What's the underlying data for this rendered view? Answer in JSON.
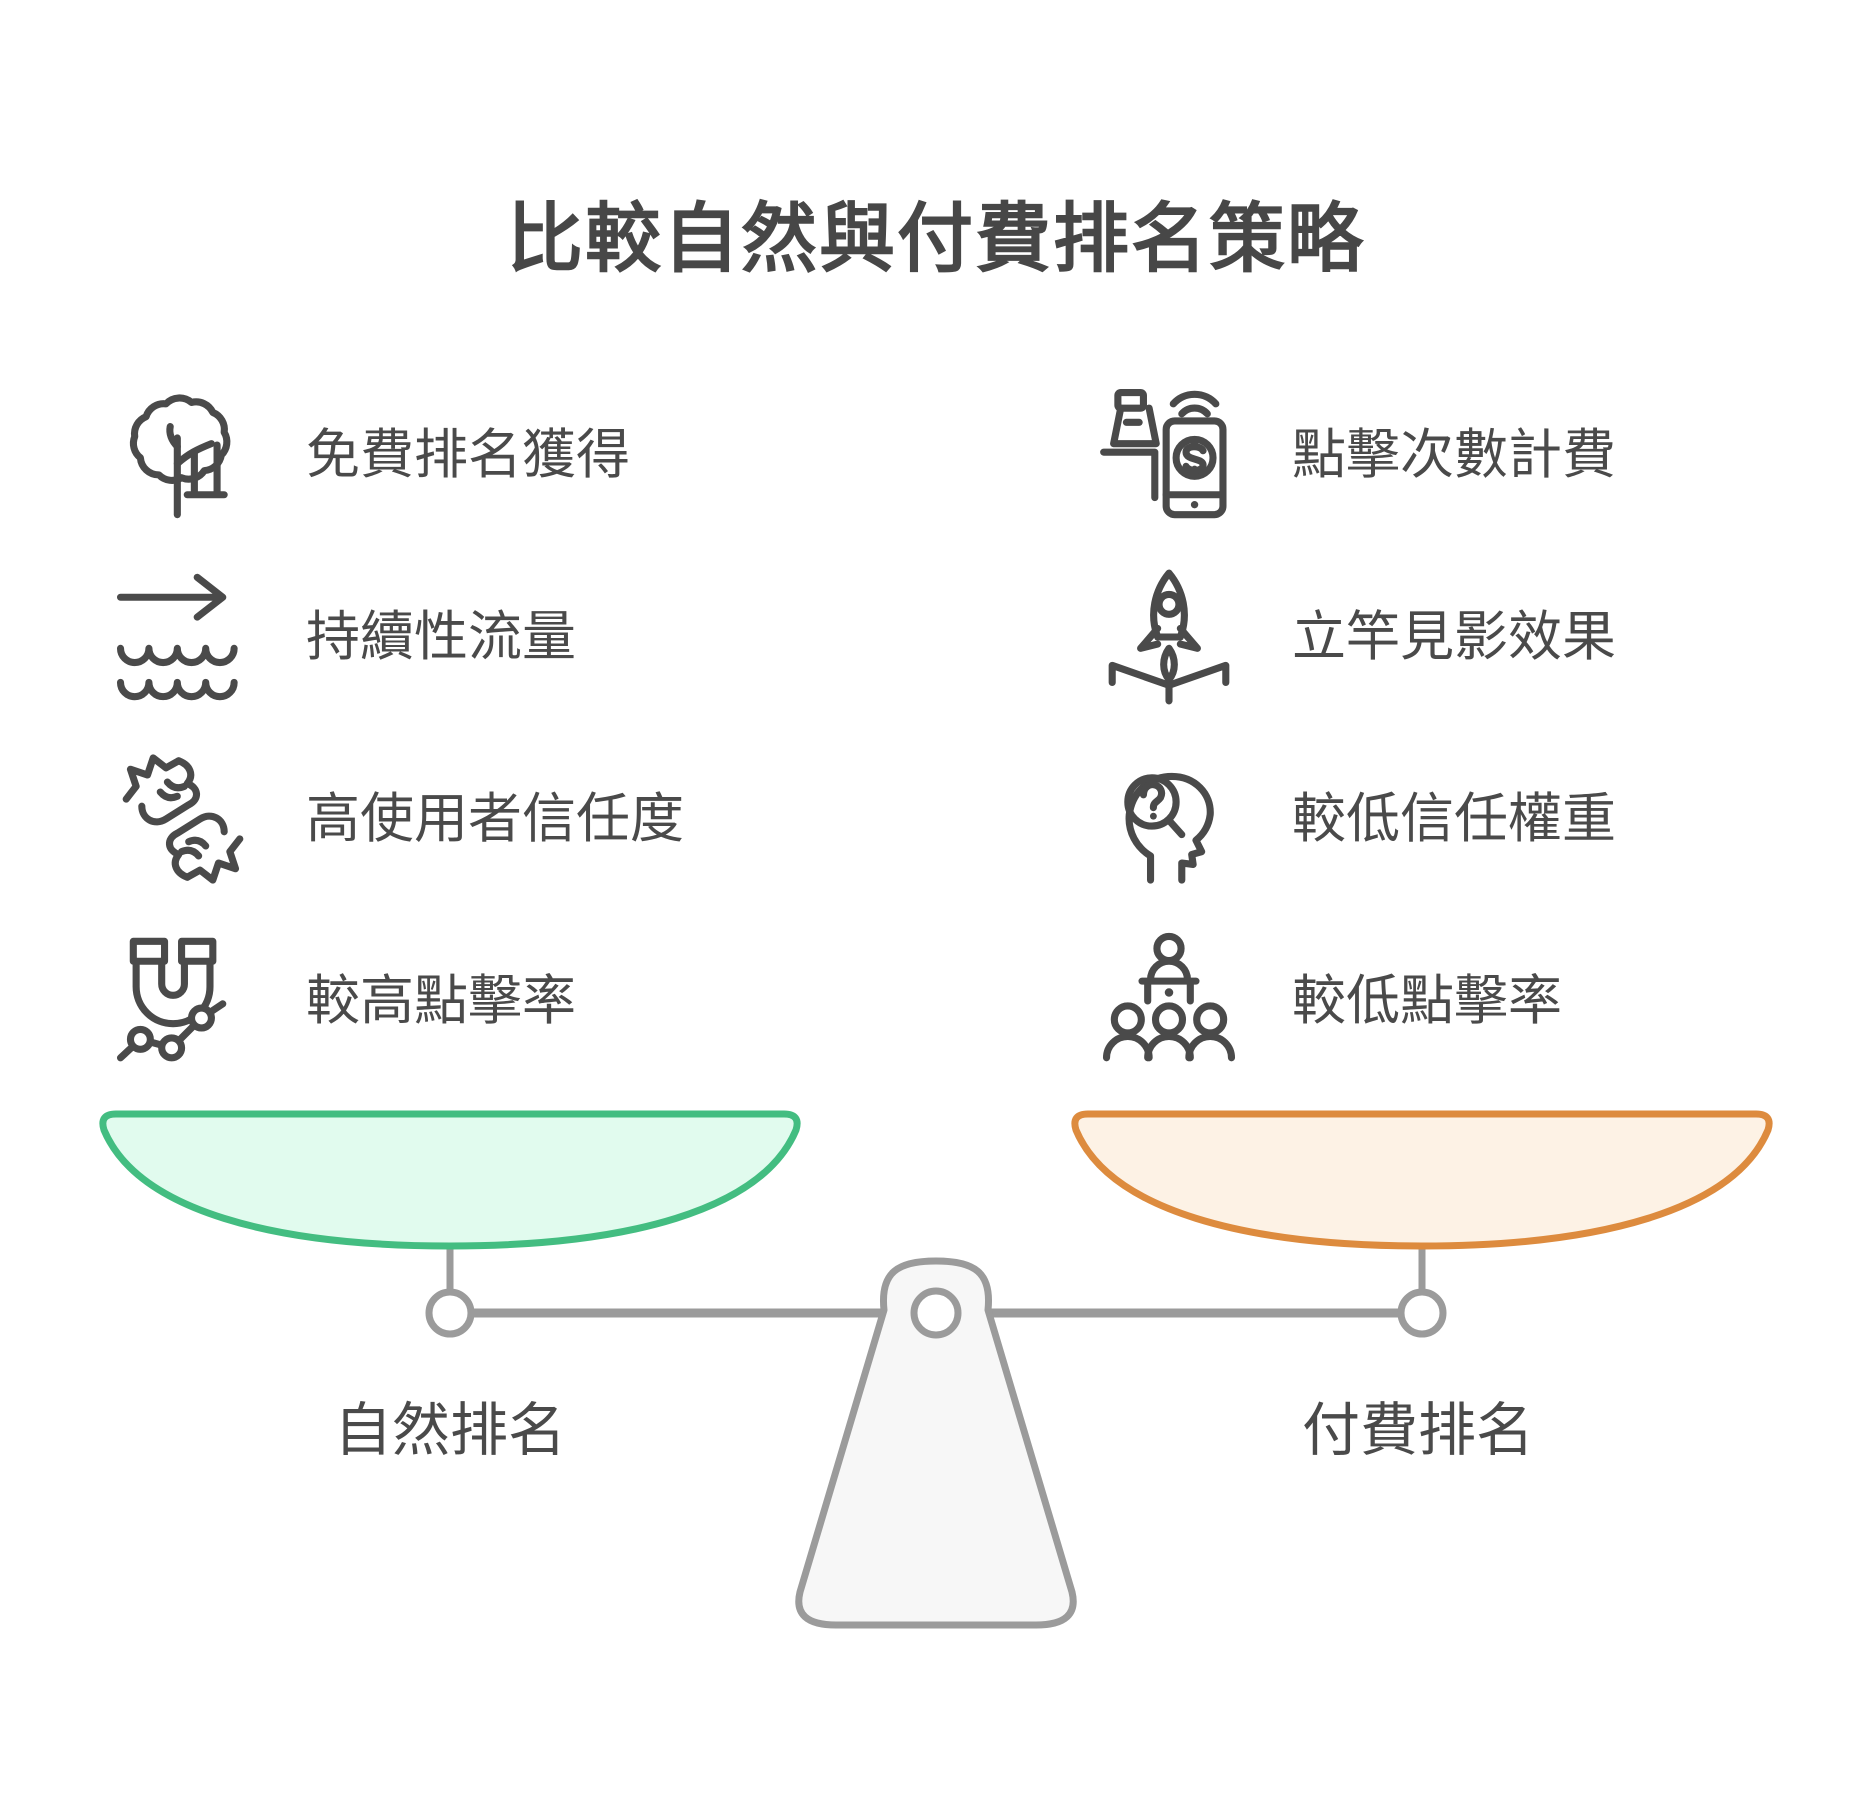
{
  "title": "比較自然與付費排名策略",
  "scale": {
    "left": {
      "label": "自然排名",
      "items": [
        {
          "icon": "tree-icon",
          "label": "免費排名獲得"
        },
        {
          "icon": "flow-arrow-icon",
          "label": "持續性流量"
        },
        {
          "icon": "hands-trust-icon",
          "label": "高使用者信任度"
        },
        {
          "icon": "magnet-chart-icon",
          "label": "較高點擊率"
        }
      ]
    },
    "right": {
      "label": "付費排名",
      "items": [
        {
          "icon": "mobile-payment-icon",
          "label": "點擊次數計費"
        },
        {
          "icon": "rocket-launch-icon",
          "label": "立竿見影效果"
        },
        {
          "icon": "head-question-icon",
          "label": "較低信任權重"
        },
        {
          "icon": "audience-icon",
          "label": "較低點擊率"
        }
      ]
    }
  },
  "colors": {
    "text": "#4a4a4a",
    "organic_fill": "#e1fbee",
    "organic_stroke": "#43bd81",
    "paid_fill": "#fdf2e5",
    "paid_stroke": "#dd8b3e",
    "frame_stroke": "#9b9b9b",
    "fulcrum_fill": "#f7f7f7"
  }
}
